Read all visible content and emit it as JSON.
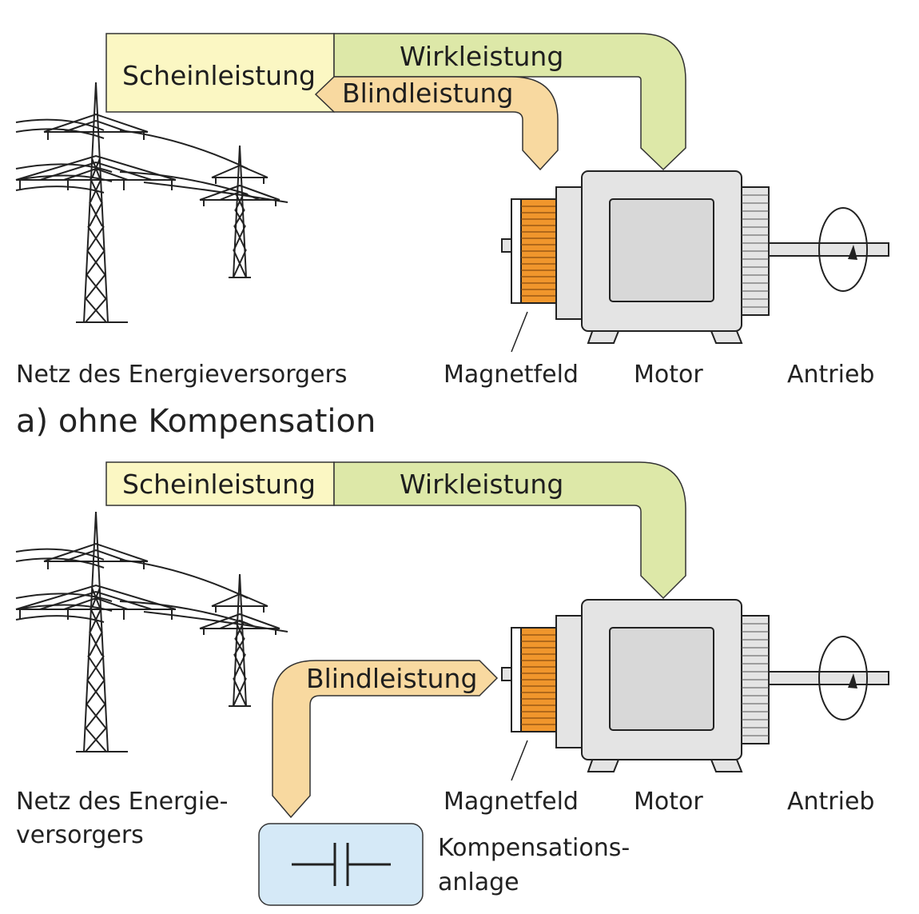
{
  "section_a": {
    "scheinleistung": "Scheinleistung",
    "wirkleistung": "Wirkleistung",
    "blindleistung": "Blindleistung",
    "netz": "Netz des Energieversorgers",
    "magnetfeld": "Magnetfeld",
    "motor": "Motor",
    "antrieb": "Antrieb",
    "heading": "a) ohne Kompensation"
  },
  "section_b": {
    "scheinleistung": "Scheinleistung",
    "wirkleistung": "Wirkleistung",
    "blindleistung": "Blindleistung",
    "netz_line1": "Netz des Energie-",
    "netz_line2": "versorgers",
    "magnetfeld": "Magnetfeld",
    "motor": "Motor",
    "antrieb": "Antrieb",
    "kompensation_line1": "Kompensations-",
    "kompensation_line2": "anlage"
  },
  "colors": {
    "schein": "#fbf7c3",
    "wirk": "#dde8a8",
    "blind": "#f8d9a0",
    "capacitor_box": "#d5e9f7",
    "magnet": "#f0962c",
    "motor_body": "#e4e4e4"
  }
}
